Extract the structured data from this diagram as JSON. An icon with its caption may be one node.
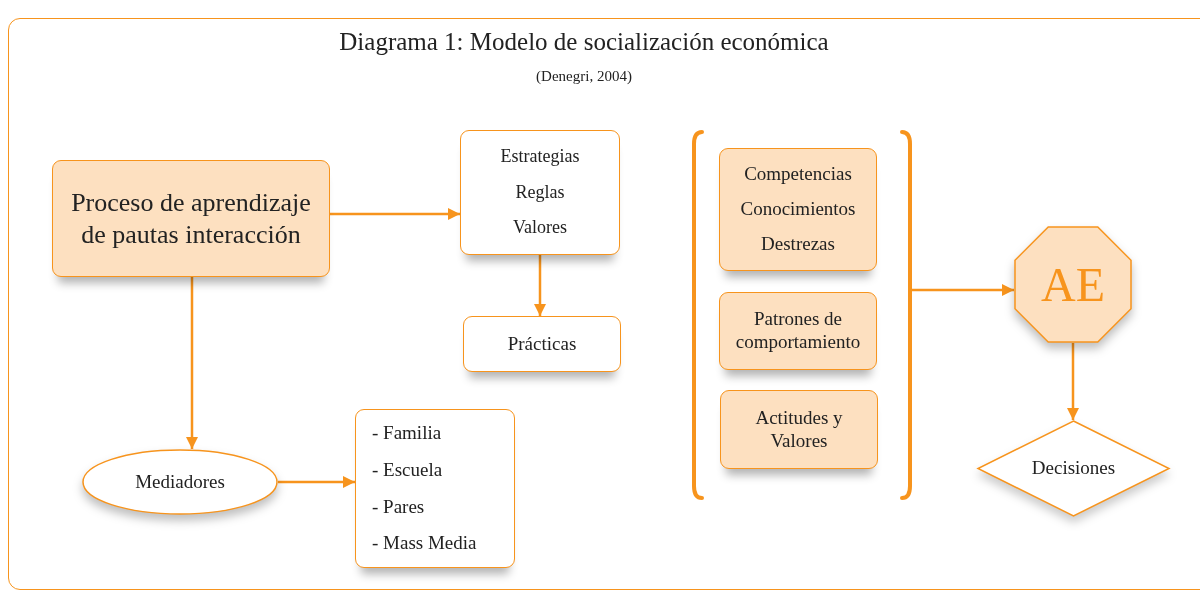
{
  "diagram": {
    "title": "Diagrama 1: Modelo de socialización económica",
    "nodes": [
      {
        "text": [
          "Proceso de aprendizaje de pautas interacción"
        ]
      },
      {
        "text": [
          "Estrategias",
          "Reglas",
          "Valores"
        ]
      },
      {
        "text": [
          "Prácticas"
        ]
      },
      {
        "text": [
          "Mediadores"
        ]
      },
      {
        "text": [
          "- Familia",
          "- Escuela",
          "- Pares",
          "- Mass Media"
        ]
      },
      {
        "text": [],
        "shape": "bracket"
      },
      {
        "text": [
          "Competencias",
          "Conocimientos",
          "Destrezas"
        ],
        "in": 5
      },
      {
        "text": [
          "Patrones de comportamiento"
        ],
        "in": 5
      },
      {
        "text": [
          "Actitudes y Valores"
        ],
        "in": 5
      },
      {
        "text": [
          "AE"
        ]
      },
      {
        "text": [
          "Decisiones"
        ]
      }
    ],
    "edges": [
      {
        "from": 0,
        "to": 1,
        "arrow": "to"
      },
      {
        "from": 1,
        "to": 2,
        "arrow": "to"
      },
      {
        "from": 0,
        "to": 3,
        "arrow": "to"
      },
      {
        "from": 3,
        "to": 4,
        "arrow": "to"
      },
      {
        "from": 5,
        "to": 9,
        "arrow": "to"
      },
      {
        "from": 9,
        "to": 10,
        "arrow": "to"
      }
    ],
    "labels": [
      "(Denegri, 2004)"
    ]
  }
}
